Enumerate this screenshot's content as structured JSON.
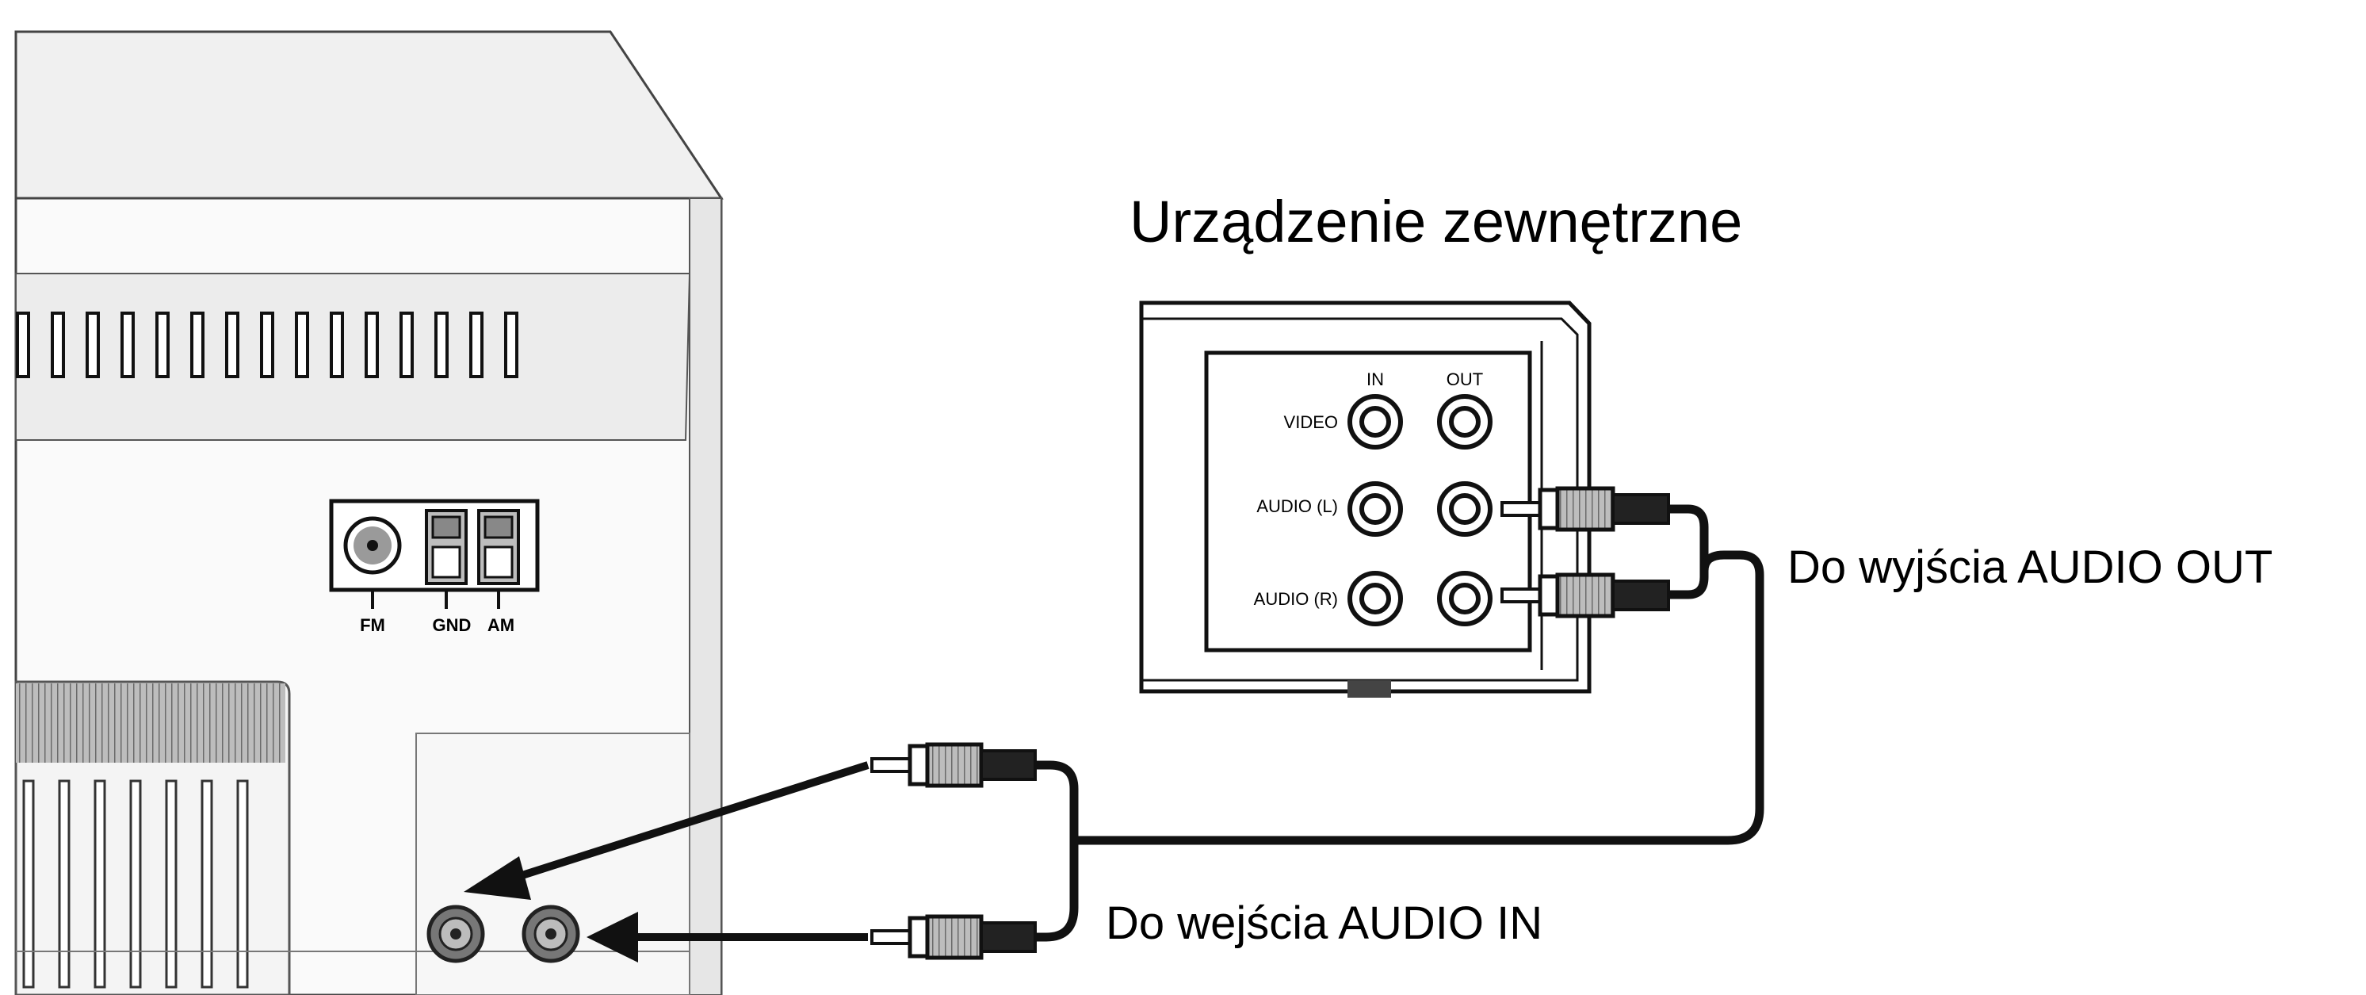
{
  "device": {
    "title": "Urządzenie zewnętrzne",
    "jack_headers": {
      "in": "IN",
      "out": "OUT"
    },
    "row_labels": [
      "VIDEO",
      "AUDIO (L)",
      "AUDIO (R)"
    ]
  },
  "unit": {
    "antenna_labels": {
      "fm": "FM",
      "gnd": "GND",
      "am": "AM"
    }
  },
  "callouts": {
    "audio_out": "Do wyjścia AUDIO OUT",
    "audio_in": "Do wejścia AUDIO IN"
  }
}
